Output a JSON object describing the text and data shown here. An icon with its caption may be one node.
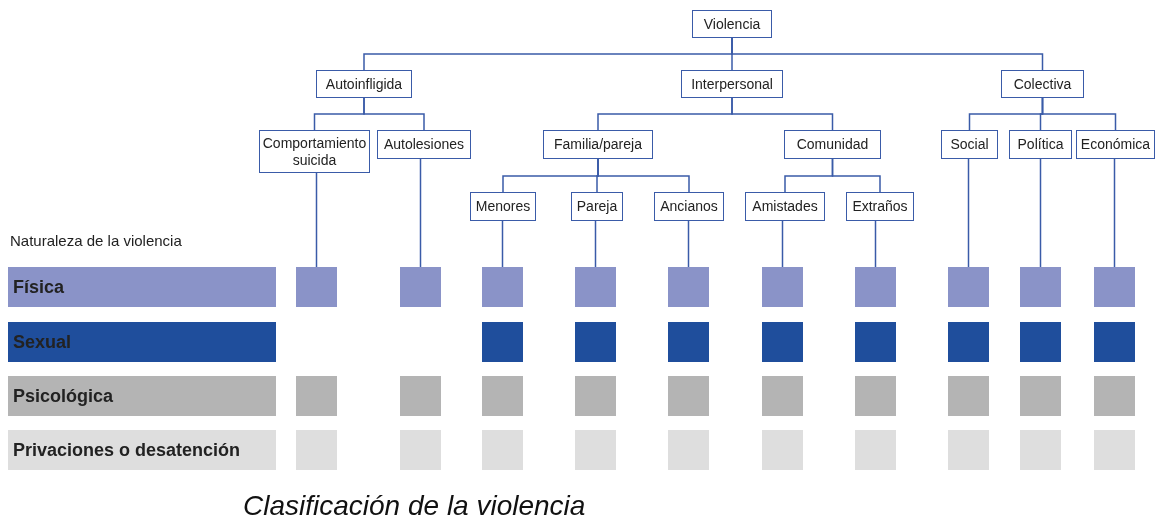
{
  "diagram": {
    "caption": "Clasificación de la violencia",
    "nodes": [
      {
        "text": [
          "Violencia"
        ]
      },
      {
        "text": [
          "Autoinfligida"
        ]
      },
      {
        "text": [
          "Interpersonal"
        ]
      },
      {
        "text": [
          "Colectiva"
        ]
      },
      {
        "text": [
          "Comportamiento suicida"
        ]
      },
      {
        "text": [
          "Autolesiones"
        ]
      },
      {
        "text": [
          "Familia/pareja"
        ]
      },
      {
        "text": [
          "Comunidad"
        ]
      },
      {
        "text": [
          "Social"
        ]
      },
      {
        "text": [
          "Política"
        ]
      },
      {
        "text": [
          "Económica"
        ]
      },
      {
        "text": [
          "Menores"
        ]
      },
      {
        "text": [
          "Pareja"
        ]
      },
      {
        "text": [
          "Ancianos"
        ]
      },
      {
        "text": [
          "Amistades"
        ]
      },
      {
        "text": [
          "Extraños"
        ]
      },
      {
        "text": [
          "Física"
        ]
      },
      {
        "text": [],
        "shape": "box"
      },
      {
        "text": [],
        "shape": "box"
      },
      {
        "text": [],
        "shape": "box"
      },
      {
        "text": [],
        "shape": "box"
      },
      {
        "text": [],
        "shape": "box"
      },
      {
        "text": [],
        "shape": "box"
      },
      {
        "text": [],
        "shape": "box"
      },
      {
        "text": [],
        "shape": "box"
      },
      {
        "text": [],
        "shape": "box"
      },
      {
        "text": [],
        "shape": "box"
      },
      {
        "text": [
          "Sexual"
        ]
      },
      {
        "text": [],
        "shape": "box"
      },
      {
        "text": [],
        "shape": "box"
      },
      {
        "text": [],
        "shape": "box"
      },
      {
        "text": [],
        "shape": "box"
      },
      {
        "text": [],
        "shape": "box"
      },
      {
        "text": [],
        "shape": "box"
      },
      {
        "text": [],
        "shape": "box"
      },
      {
        "text": [],
        "shape": "box"
      },
      {
        "text": [
          "Psicológica"
        ]
      },
      {
        "text": [],
        "shape": "box"
      },
      {
        "text": [],
        "shape": "box"
      },
      {
        "text": [],
        "shape": "box"
      },
      {
        "text": [],
        "shape": "box"
      },
      {
        "text": [],
        "shape": "box"
      },
      {
        "text": [],
        "shape": "box"
      },
      {
        "text": [],
        "shape": "box"
      },
      {
        "text": [],
        "shape": "box"
      },
      {
        "text": [],
        "shape": "box"
      },
      {
        "text": [],
        "shape": "box"
      },
      {
        "text": [
          "Privaciones o desatención"
        ]
      },
      {
        "text": [],
        "shape": "box"
      },
      {
        "text": [],
        "shape": "box"
      },
      {
        "text": [],
        "shape": "box"
      },
      {
        "text": [],
        "shape": "box"
      },
      {
        "text": [],
        "shape": "box"
      },
      {
        "text": [],
        "shape": "box"
      },
      {
        "text": [],
        "shape": "box"
      },
      {
        "text": [],
        "shape": "box"
      },
      {
        "text": [],
        "shape": "box"
      },
      {
        "text": [],
        "shape": "box"
      }
    ],
    "edges": [
      {
        "from": 0,
        "to": 1,
        "arrow": "none"
      },
      {
        "from": 0,
        "to": 2,
        "arrow": "none"
      },
      {
        "from": 0,
        "to": 3,
        "arrow": "none"
      },
      {
        "from": 1,
        "to": 4,
        "arrow": "none"
      },
      {
        "from": 1,
        "to": 5,
        "arrow": "none"
      },
      {
        "from": 2,
        "to": 6,
        "arrow": "none"
      },
      {
        "from": 2,
        "to": 7,
        "arrow": "none"
      },
      {
        "from": 3,
        "to": 8,
        "arrow": "none"
      },
      {
        "from": 3,
        "to": 9,
        "arrow": "none"
      },
      {
        "from": 3,
        "to": 10,
        "arrow": "none"
      },
      {
        "from": 6,
        "to": 11,
        "arrow": "none"
      },
      {
        "from": 6,
        "to": 12,
        "arrow": "none"
      },
      {
        "from": 6,
        "to": 13,
        "arrow": "none"
      },
      {
        "from": 7,
        "to": 14,
        "arrow": "none"
      },
      {
        "from": 7,
        "to": 15,
        "arrow": "none"
      },
      {
        "from": 4,
        "to": 17,
        "arrow": "none"
      },
      {
        "from": 5,
        "to": 18,
        "arrow": "none"
      },
      {
        "from": 11,
        "to": 19,
        "arrow": "none"
      },
      {
        "from": 12,
        "to": 20,
        "arrow": "none"
      },
      {
        "from": 13,
        "to": 21,
        "arrow": "none"
      },
      {
        "from": 14,
        "to": 22,
        "arrow": "none"
      },
      {
        "from": 15,
        "to": 23,
        "arrow": "none"
      },
      {
        "from": 8,
        "to": 24,
        "arrow": "none"
      },
      {
        "from": 9,
        "to": 25,
        "arrow": "none"
      },
      {
        "from": 10,
        "to": 26,
        "arrow": "none"
      }
    ],
    "labels": [
      "Naturaleza de la violencia"
    ]
  }
}
